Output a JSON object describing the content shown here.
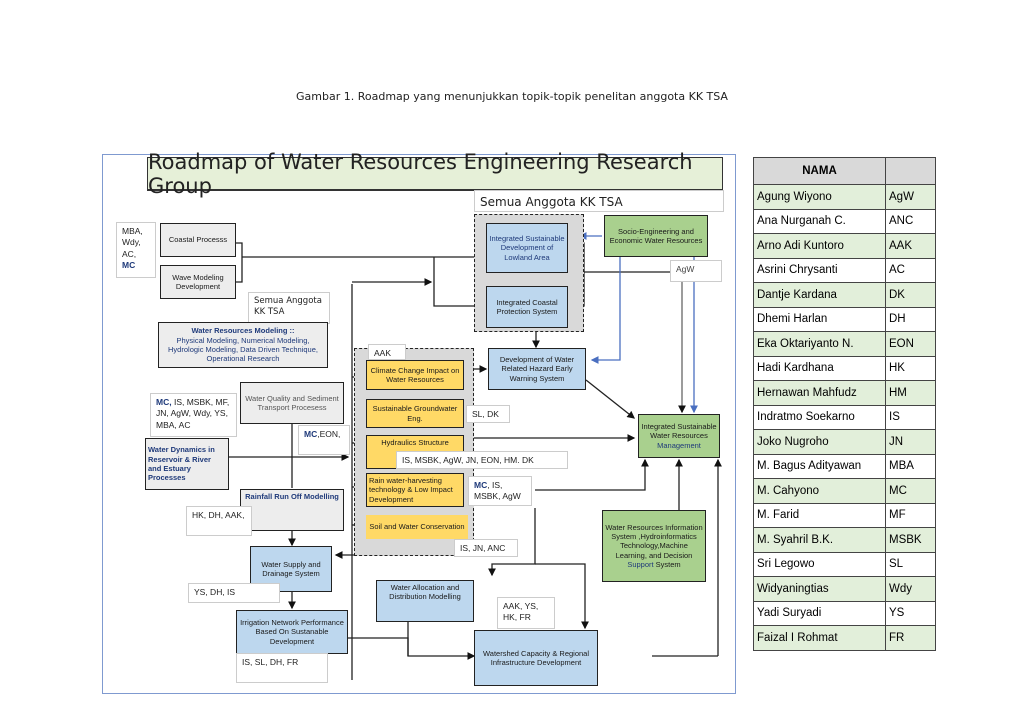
{
  "caption": "Gambar 1. Roadmap yang menunjukkan topik-topik penelitan  anggota KK TSA",
  "diagram": {
    "title": "Roadmap of Water Resources Engineering Research Group",
    "all_members_label": "Semua Anggota KK TSA",
    "all_members_label_2": "Semua Anggota KK TSA",
    "boxes": {
      "coastal_processes": "Coastal Processs",
      "wave_modeling": "Wave Modeling Development",
      "wr_modeling_title": "Water Resources Modeling ::",
      "wr_modeling_body": "Physical Modeling, Numerical Modeling, Hydrologic Modeling, Data Driven Technique, Operational Research",
      "water_quality": "Water Quality and Sediment Transport Procesess",
      "water_dynamics": "Water Dynamics in Reservoir & River and Estuary Processes",
      "rainfall_runoff": "Rainfall Run Off Modelling",
      "water_supply": "Water Supply and Drainage System",
      "irrigation": "Irrigation Network Performance Based On Sustanable Development",
      "climate_change": "Climate Change Impact on Water Resources",
      "groundwater": "Sustainable Groundwater Eng.",
      "hydraulics": "Hydraulics Structure",
      "rainwater": "Rain water-harvesting technology & Low Impact Development",
      "soil_water": "Soil and Water Conservation",
      "lowland": "Integrated Sustainable Development of Lowland Area",
      "coastal_protection": "Integrated Coastal Protection System",
      "socio_engineering": "Socio-Engineering and Economic Water Resources",
      "hazard_warning": "Development of Water Related Hazard Early Warning System",
      "iswrm_line1": "Integrated Sustainable Water Resources",
      "iswrm_line2": "Management",
      "info_system_body": "Water Resources Information System ,Hydroinformatics Technology,Machine Learning, and Decision",
      "info_system_support": "Support",
      "info_system_tail": " System",
      "allocation": "Water Allocation and Distribution Modelling",
      "watershed": "Watershed Capacity & Regional Infrastructure Development"
    },
    "notes": {
      "coastal_members": "MBA, Wdy, AC,",
      "coastal_members_mc": "MC",
      "dynamics_members_mc": "MC,",
      "dynamics_members": " IS, MSBK, MF, JN, AgW, Wdy, YS, MBA, AC",
      "quality_members_mc": "MC",
      "quality_members": ",EON,",
      "rainfall_members": "HK, DH, AAK,",
      "supply_members": "YS,  DH, IS",
      "irrigation_members": "IS, SL, DH, FR",
      "climate_members": "AAK",
      "groundwater_members": "SL, DK",
      "hydraulics_members": "IS, MSBK, AgW, JN, EON, HM. DK",
      "rainwater_members_mc": "MC",
      "rainwater_members": ", IS, MSBK, AgW",
      "soil_members": "IS, JN, ANC",
      "socio_members": "AgW",
      "allocation_members": "AAK, YS, HK, FR"
    }
  },
  "members_table": {
    "headers": [
      "NAMA",
      ""
    ],
    "rows": [
      [
        "Agung Wiyono",
        "AgW"
      ],
      [
        "Ana Nurganah C.",
        "ANC"
      ],
      [
        "Arno Adi Kuntoro",
        "AAK"
      ],
      [
        "Asrini Chrysanti",
        "AC"
      ],
      [
        "Dantje Kardana",
        "DK"
      ],
      [
        "Dhemi Harlan",
        "DH"
      ],
      [
        "Eka Oktariyanto N.",
        "EON"
      ],
      [
        "Hadi Kardhana",
        "HK"
      ],
      [
        "Hernawan Mahfudz",
        "HM"
      ],
      [
        "Indratmo Soekarno",
        "IS"
      ],
      [
        "Joko Nugroho",
        "JN"
      ],
      [
        "M. Bagus Adityawan",
        "MBA"
      ],
      [
        "M. Cahyono",
        "MC"
      ],
      [
        "M. Farid",
        "MF"
      ],
      [
        "M. Syahril B.K.",
        "MSBK"
      ],
      [
        "Sri Legowo",
        "SL"
      ],
      [
        "Widyaningtias",
        "Wdy"
      ],
      [
        "Yadi Suryadi",
        "YS"
      ],
      [
        "Faizal I Rohmat",
        "FR"
      ]
    ]
  }
}
